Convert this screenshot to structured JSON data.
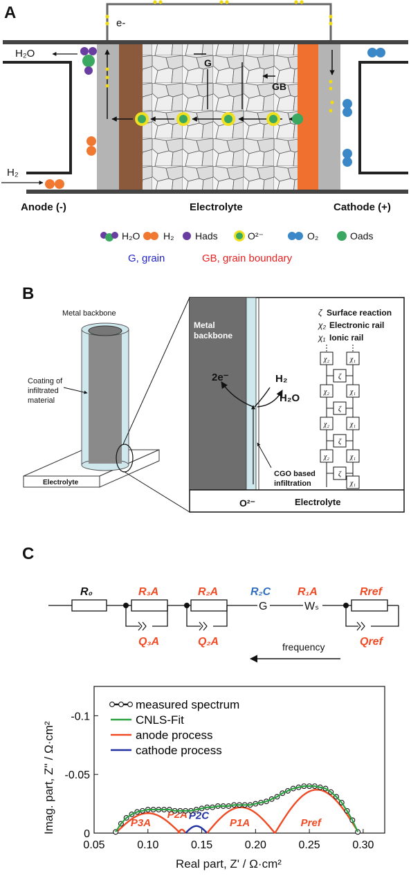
{
  "panels": {
    "a": {
      "letter": "A",
      "electron": "e-",
      "h2o_out": "H₂O",
      "h2_in": "H₂",
      "grain": "G",
      "grain_boundary": "GB",
      "anode": "Anode (-)",
      "electrolyte": "Electrolyte",
      "cathode": "Cathode (+)",
      "legend": {
        "h2o": "H₂O",
        "h2": "H₂",
        "hads": "Hads",
        "o2minus": "O²⁻",
        "o2": "O₂",
        "oads": "Oads"
      },
      "caption_g": "G, grain",
      "caption_gb": "GB,  grain boundary",
      "colors": {
        "anode": "#8b5a3c",
        "cathode": "#f07030",
        "ion_ring": "#f0e020",
        "o2": "#3b88c8",
        "h2": "#f07830",
        "oxygen": "#3aa860",
        "hydrogen_purple": "#6a3ea0"
      }
    },
    "b": {
      "letter": "B",
      "metal_backbone": "Metal backbone",
      "coating_line1": "Coating of",
      "coating_line2": "infiltrated",
      "coating_line3": "material",
      "electrolyte_small": "Electrolyte",
      "metal_backbone_line1": "Metal",
      "metal_backbone_line2": "backbone",
      "two_e": "2e⁻",
      "h2": "H₂",
      "h2o": "H₂O",
      "cgo_line1": "CGO based",
      "cgo_line2": "infiltration",
      "o2minus": "O²⁻",
      "electrolyte_big": "Electrolyte",
      "legend": {
        "zeta_sym": "ζ",
        "zeta_text": "Surface reaction",
        "chi2_sym": "χ₂",
        "chi2_text": "Electronic rail",
        "chi1_sym": "χ₁",
        "chi1_text": "Ionic rail"
      },
      "ladder_left": [
        "χ₂",
        "χ₂",
        "χ₂",
        "χ₂"
      ],
      "ladder_right": [
        "χ₁",
        "χ₁",
        "χ₁",
        "χ₁",
        "χ₁"
      ],
      "ladder_mid": [
        "ζ",
        "ζ",
        "ζ",
        "ζ"
      ]
    },
    "c": {
      "letter": "C",
      "circuit": {
        "r0": "R₀",
        "r3a": "R₃A",
        "q3a": "Q₃A",
        "r2a": "R₂A",
        "q2a": "Q₂A",
        "r2c": "R₂C",
        "g": "G",
        "r1a": "R₁A",
        "ws": "Wₛ",
        "rref": "Rref",
        "qref": "Qref",
        "frequency": "frequency"
      }
    }
  },
  "chart_data": {
    "type": "line",
    "xlabel": "Real part, Z' / Ω·cm²",
    "ylabel": "Imag. part, Z'' / Ω·cm²",
    "xlim": [
      0.05,
      0.32
    ],
    "ylim": [
      0,
      -0.125
    ],
    "y_inverted": true,
    "x_ticks": [
      "0.05",
      "0.10",
      "0.15",
      "0.20",
      "0.25",
      "0.30"
    ],
    "x_tick_values": [
      0.05,
      0.1,
      0.15,
      0.2,
      0.25,
      0.3
    ],
    "y_ticks": [
      "0",
      "-0.05",
      "-0.1"
    ],
    "y_tick_values": [
      0,
      -0.05,
      -0.1
    ],
    "legend": [
      "measured spectrum",
      "CNLS-Fit",
      "anode process",
      "cathode process"
    ],
    "series": [
      {
        "name": "measured spectrum",
        "color": "#000000",
        "marker": "open-circle",
        "x": [
          0.07,
          0.075,
          0.08,
          0.085,
          0.09,
          0.095,
          0.1,
          0.105,
          0.11,
          0.115,
          0.12,
          0.125,
          0.13,
          0.135,
          0.14,
          0.145,
          0.15,
          0.155,
          0.16,
          0.165,
          0.17,
          0.175,
          0.18,
          0.185,
          0.19,
          0.195,
          0.2,
          0.205,
          0.21,
          0.215,
          0.22,
          0.225,
          0.23,
          0.235,
          0.24,
          0.245,
          0.25,
          0.255,
          0.26,
          0.265,
          0.27,
          0.275,
          0.28,
          0.285,
          0.29,
          0.295
        ],
        "y": [
          -0.001,
          -0.008,
          -0.013,
          -0.016,
          -0.018,
          -0.019,
          -0.02,
          -0.02,
          -0.02,
          -0.02,
          -0.02,
          -0.019,
          -0.019,
          -0.019,
          -0.019,
          -0.02,
          -0.021,
          -0.022,
          -0.022,
          -0.023,
          -0.023,
          -0.023,
          -0.024,
          -0.024,
          -0.024,
          -0.024,
          -0.025,
          -0.026,
          -0.027,
          -0.029,
          -0.031,
          -0.034,
          -0.036,
          -0.038,
          -0.039,
          -0.04,
          -0.04,
          -0.04,
          -0.039,
          -0.038,
          -0.035,
          -0.031,
          -0.026,
          -0.019,
          -0.011,
          -0.001
        ]
      },
      {
        "name": "CNLS-Fit",
        "color": "#2aa040",
        "x": [
          0.07,
          0.075,
          0.08,
          0.085,
          0.09,
          0.095,
          0.1,
          0.105,
          0.11,
          0.115,
          0.12,
          0.125,
          0.13,
          0.135,
          0.14,
          0.145,
          0.15,
          0.155,
          0.16,
          0.165,
          0.17,
          0.175,
          0.18,
          0.185,
          0.19,
          0.195,
          0.2,
          0.205,
          0.21,
          0.215,
          0.22,
          0.225,
          0.23,
          0.235,
          0.24,
          0.245,
          0.25,
          0.255,
          0.26,
          0.265,
          0.27,
          0.275,
          0.28,
          0.285,
          0.29,
          0.295
        ],
        "y": [
          -0.001,
          -0.008,
          -0.013,
          -0.016,
          -0.018,
          -0.019,
          -0.02,
          -0.02,
          -0.02,
          -0.02,
          -0.02,
          -0.019,
          -0.019,
          -0.019,
          -0.019,
          -0.02,
          -0.021,
          -0.022,
          -0.022,
          -0.023,
          -0.023,
          -0.023,
          -0.024,
          -0.024,
          -0.024,
          -0.024,
          -0.025,
          -0.026,
          -0.027,
          -0.029,
          -0.031,
          -0.034,
          -0.036,
          -0.038,
          -0.039,
          -0.04,
          -0.04,
          -0.04,
          -0.039,
          -0.038,
          -0.035,
          -0.031,
          -0.026,
          -0.019,
          -0.011,
          -0.001
        ]
      },
      {
        "name": "P3A",
        "color": "#f04a24",
        "label": "P3A",
        "arc": {
          "x0": 0.07,
          "x1": 0.13,
          "h": -0.017
        }
      },
      {
        "name": "P2A",
        "color": "#f04a24",
        "label": "P2A",
        "arc": {
          "x0": 0.128,
          "x1": 0.135,
          "h": -0.003
        }
      },
      {
        "name": "P2C",
        "color": "#2030a0",
        "label": "P2C",
        "arc": {
          "x0": 0.135,
          "x1": 0.155,
          "h": -0.006
        }
      },
      {
        "name": "P1A",
        "color": "#f04a24",
        "label": "P1A",
        "arc": {
          "x0": 0.155,
          "x1": 0.218,
          "h": -0.022
        }
      },
      {
        "name": "Pref",
        "color": "#f04a24",
        "label": "Pref",
        "arc": {
          "x0": 0.218,
          "x1": 0.296,
          "h": -0.037
        }
      }
    ],
    "annotations": [
      "P3A",
      "P2A",
      "P2C",
      "P1A",
      "Pref"
    ]
  }
}
